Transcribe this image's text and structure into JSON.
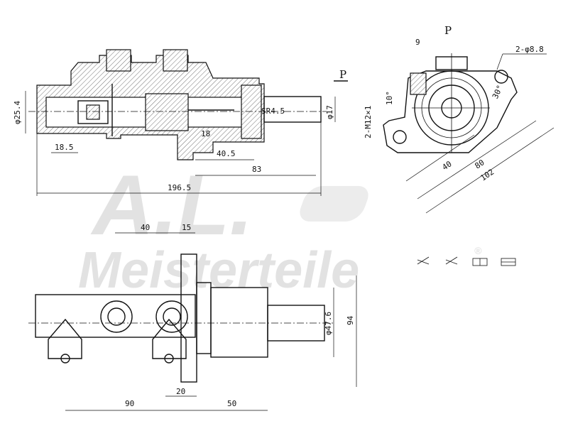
{
  "watermark": {
    "logo": "A.L.",
    "brand": "Meisterteile",
    "mark": "®"
  },
  "section_view": {
    "dims": {
      "bore": "φ25.4",
      "d1": "18.5",
      "d2": "18",
      "d3": "40.5",
      "d4": "83",
      "overall": "196.5",
      "sphere": "SR4.5",
      "push": "φ17"
    },
    "view_marker": "P"
  },
  "end_view": {
    "title": "P",
    "dims": {
      "port_w": "9",
      "holes": "2-φ8.8",
      "angle_port": "10°",
      "angle_flange": "30°",
      "thread": "2-M12×1",
      "d40": "40",
      "d80": "80",
      "d102": "102"
    }
  },
  "top_view": {
    "dims": {
      "d40": "40",
      "d15": "15",
      "d90": "90",
      "d20": "20",
      "d50": "50",
      "pilot": "φ47.6",
      "height": "94"
    }
  }
}
